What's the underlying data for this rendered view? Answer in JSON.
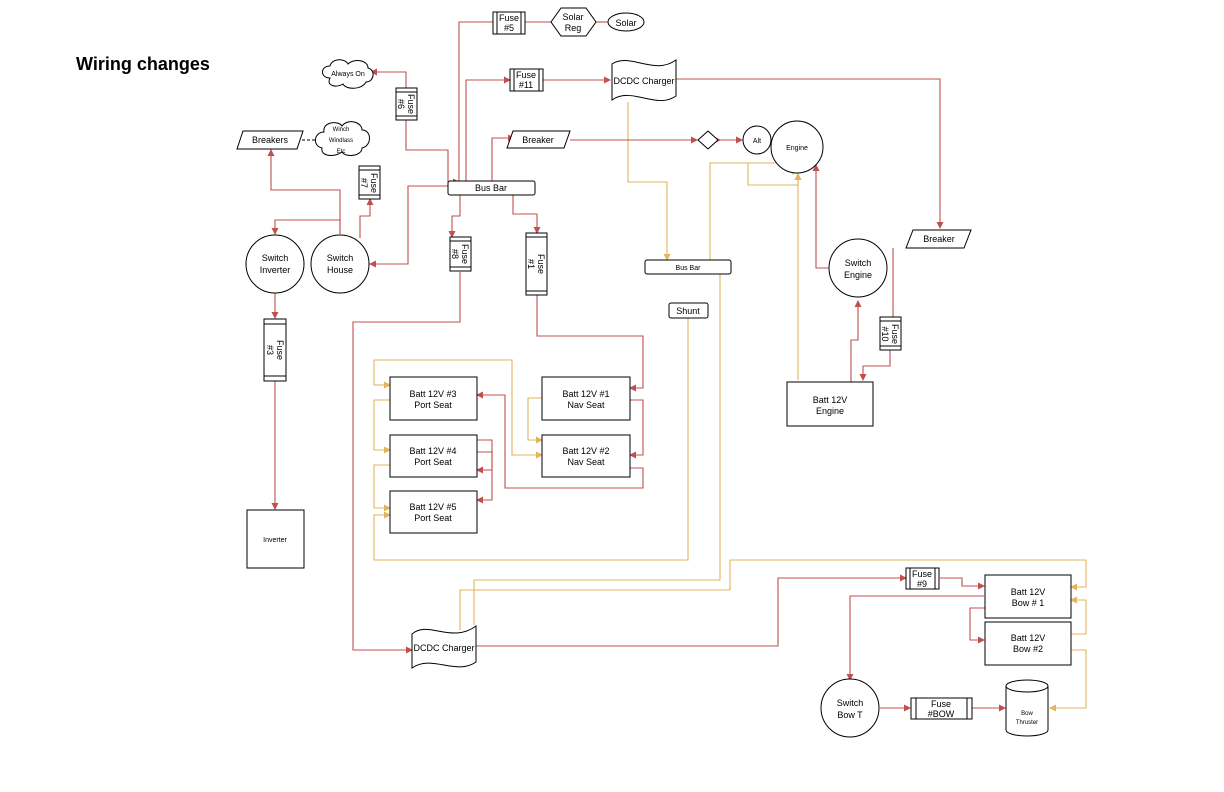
{
  "title": "Wiring changes",
  "colors": {
    "positive_wire": "#c0504d",
    "negative_wire": "#e3b45c",
    "outline": "#000000"
  },
  "labels": {
    "fuse5": [
      "Fuse",
      "#5"
    ],
    "solar_reg": [
      "Solar",
      "Reg"
    ],
    "solar": "Solar",
    "always_on": "Always On",
    "fuse6": [
      "Fuse",
      "#6"
    ],
    "fuse11": [
      "Fuse",
      "#11"
    ],
    "dcdc_top": "DCDC Charger",
    "breakers": "Breakers",
    "winch": [
      "Winch",
      "Windlass",
      "Etc"
    ],
    "breaker_top": "Breaker",
    "alt": "Alt",
    "engine": "Engine",
    "fuse7": [
      "Fuse",
      "#7"
    ],
    "bus_bar_top": "Bus Bar",
    "switch_inverter": [
      "Switch",
      "Inverter"
    ],
    "switch_house": [
      "Switch",
      "House"
    ],
    "fuse8": [
      "Fuse",
      "#8"
    ],
    "fuse1": [
      "Fuse",
      "#1"
    ],
    "bus_bar_mid": "Bus Bar",
    "shunt": "Shunt",
    "breaker_right": "Breaker",
    "switch_engine": [
      "Switch",
      "Engine"
    ],
    "fuse10": [
      "Fuse",
      "#10"
    ],
    "batt_engine": [
      "Batt 12V",
      "Engine"
    ],
    "fuse3": [
      "Fuse",
      "#3"
    ],
    "batt3": [
      "Batt 12V #3",
      "Port Seat"
    ],
    "batt4": [
      "Batt 12V #4",
      "Port Seat"
    ],
    "batt5": [
      "Batt 12V #5",
      "Port Seat"
    ],
    "batt1": [
      "Batt 12V #1",
      "Nav Seat"
    ],
    "batt2": [
      "Batt 12V #2",
      "Nav Seat"
    ],
    "inverter": "Inverter",
    "dcdc_bottom": "DCDC Charger",
    "fuse9": [
      "Fuse",
      "#9"
    ],
    "batt_bow1": [
      "Batt 12V",
      "Bow # 1"
    ],
    "batt_bow2": [
      "Batt 12V",
      "Bow #2"
    ],
    "switch_bow": [
      "Switch",
      "Bow T"
    ],
    "fuse_bow": [
      "Fuse",
      "#BOW"
    ],
    "bow_thruster": [
      "Bow",
      "Thruster"
    ]
  }
}
